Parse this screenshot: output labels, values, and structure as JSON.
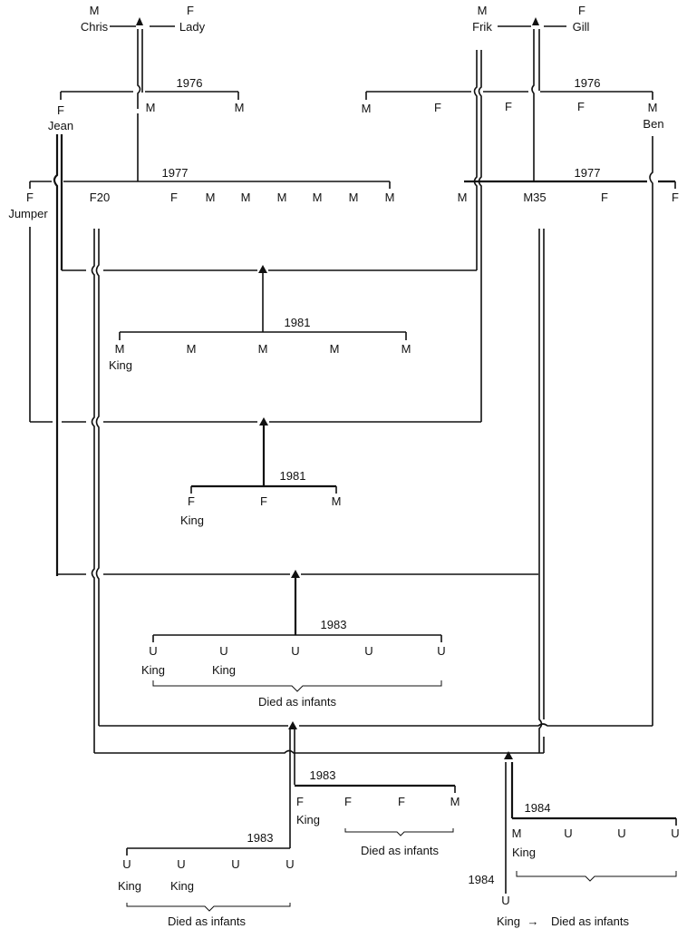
{
  "founders": {
    "chris": {
      "sex": "M",
      "name": "Chris"
    },
    "lady": {
      "sex": "F",
      "name": "Lady"
    },
    "frik": {
      "sex": "M",
      "name": "Frik"
    },
    "gill": {
      "sex": "F",
      "name": "Gill"
    }
  },
  "litter_1976_left": {
    "year": "1976",
    "pups": [
      {
        "sex": "F",
        "name": "Jean"
      },
      {
        "sex": "M",
        "name": ""
      },
      {
        "sex": "M",
        "name": ""
      }
    ]
  },
  "litter_1976_right": {
    "year": "1976",
    "pups": [
      {
        "sex": "M",
        "name": ""
      },
      {
        "sex": "F",
        "name": ""
      },
      {
        "sex": "F",
        "name": ""
      },
      {
        "sex": "F",
        "name": ""
      },
      {
        "sex": "M",
        "name": "Ben"
      }
    ]
  },
  "litter_1977_left": {
    "year": "1977",
    "pups": [
      {
        "sex": "F",
        "name": "Jumper"
      },
      {
        "sex": "F20",
        "name": ""
      },
      {
        "sex": "F",
        "name": ""
      },
      {
        "sex": "M",
        "name": ""
      },
      {
        "sex": "M",
        "name": ""
      },
      {
        "sex": "M",
        "name": ""
      },
      {
        "sex": "M",
        "name": ""
      },
      {
        "sex": "M",
        "name": ""
      },
      {
        "sex": "M",
        "name": ""
      }
    ]
  },
  "litter_1977_right": {
    "year": "1977",
    "pups": [
      {
        "sex": "M",
        "name": ""
      },
      {
        "sex": "M35",
        "name": ""
      },
      {
        "sex": "F",
        "name": ""
      },
      {
        "sex": "F",
        "name": ""
      }
    ]
  },
  "litter_1981_a": {
    "year": "1981",
    "pups": [
      {
        "sex": "M",
        "name": "King"
      },
      {
        "sex": "M",
        "name": ""
      },
      {
        "sex": "M",
        "name": ""
      },
      {
        "sex": "M",
        "name": ""
      },
      {
        "sex": "M",
        "name": ""
      }
    ]
  },
  "litter_1981_b": {
    "year": "1981",
    "pups": [
      {
        "sex": "F",
        "name": "King"
      },
      {
        "sex": "F",
        "name": ""
      },
      {
        "sex": "M",
        "name": ""
      }
    ]
  },
  "litter_1983_a": {
    "year": "1983",
    "pups": [
      {
        "sex": "U",
        "name": "King"
      },
      {
        "sex": "U",
        "name": "King"
      },
      {
        "sex": "U",
        "name": ""
      },
      {
        "sex": "U",
        "name": ""
      },
      {
        "sex": "U",
        "name": ""
      }
    ],
    "note": "Died as infants"
  },
  "litter_1983_b": {
    "year": "1983",
    "pups": [
      {
        "sex": "F",
        "name": "King"
      },
      {
        "sex": "F",
        "name": ""
      },
      {
        "sex": "F",
        "name": ""
      },
      {
        "sex": "M",
        "name": ""
      }
    ],
    "note": "Died as infants"
  },
  "litter_1983_c": {
    "year": "1983",
    "pups": [
      {
        "sex": "U",
        "name": "King"
      },
      {
        "sex": "U",
        "name": "King"
      },
      {
        "sex": "U",
        "name": ""
      },
      {
        "sex": "U",
        "name": ""
      }
    ],
    "note": "Died as infants"
  },
  "litter_1984": {
    "year": "1984",
    "pups": [
      {
        "sex": "M",
        "name": "King"
      },
      {
        "sex": "U",
        "name": ""
      },
      {
        "sex": "U",
        "name": ""
      },
      {
        "sex": "U",
        "name": ""
      }
    ],
    "extra_year": "1984",
    "extra_pup": {
      "sex": "U",
      "name": ""
    },
    "note_prefix": "King",
    "note_arrow": "→",
    "note": "Died as infants"
  }
}
